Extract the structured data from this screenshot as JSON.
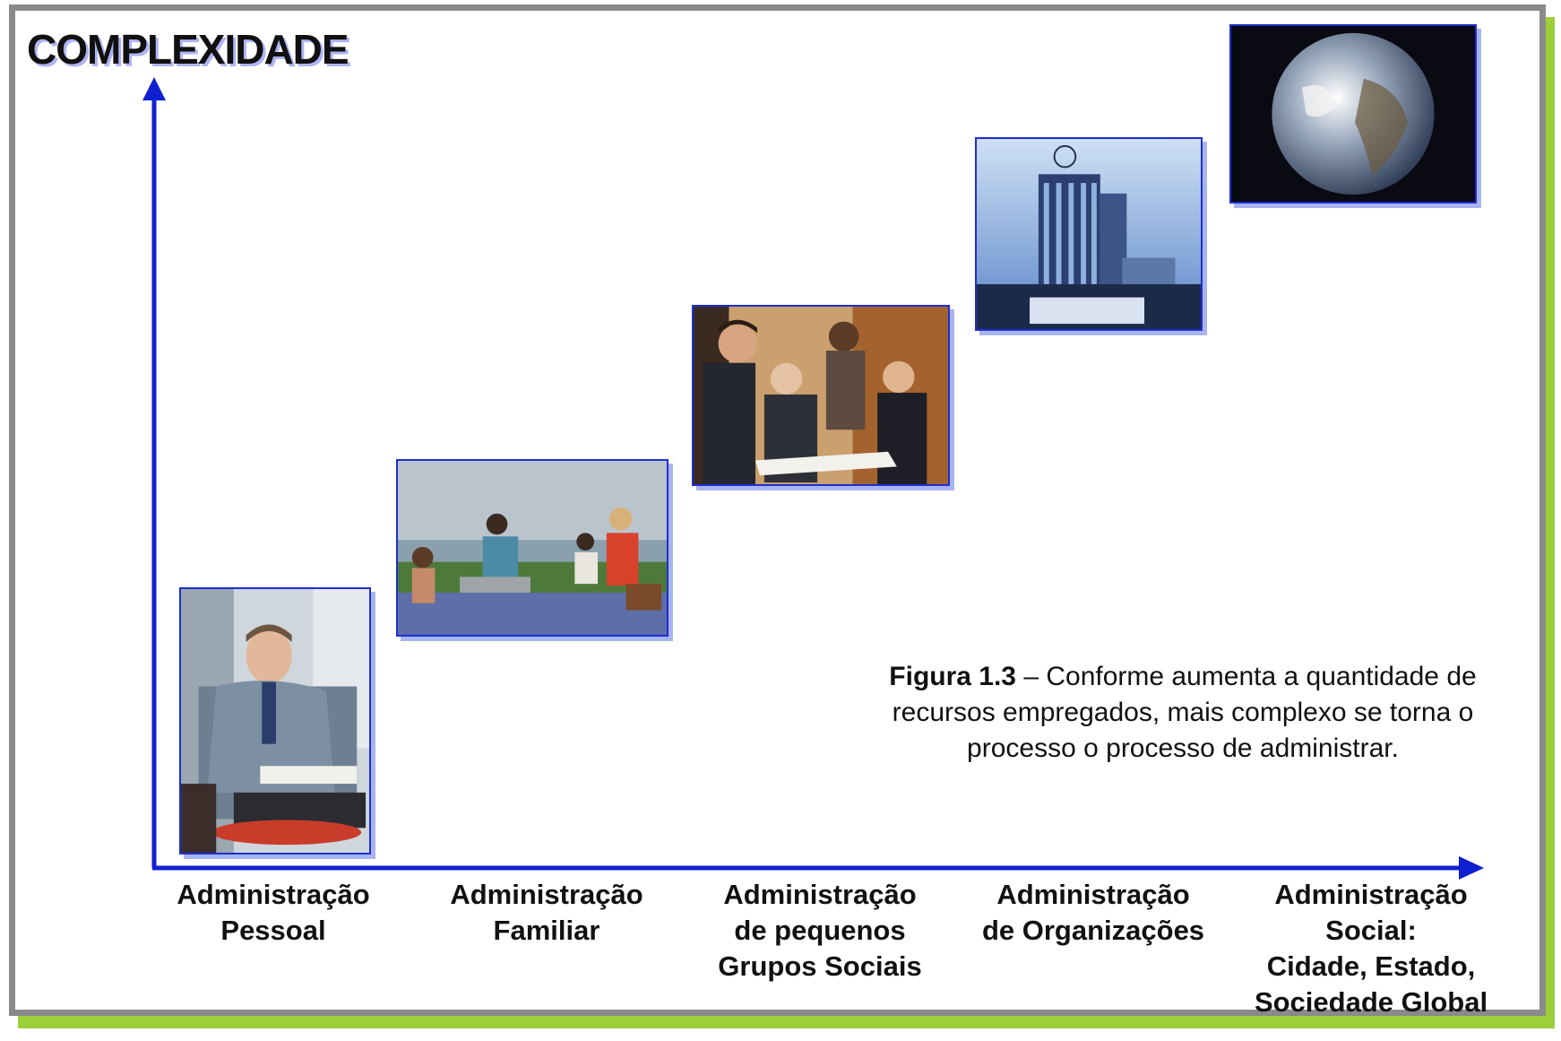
{
  "title": "COMPLEXIDADE",
  "stages": [
    {
      "lines": [
        "Administração",
        "Pessoal"
      ],
      "icon": "businessman-photo"
    },
    {
      "lines": [
        "Administração",
        "Familiar"
      ],
      "icon": "family-picnic-photo"
    },
    {
      "lines": [
        "Administração",
        "de pequenos",
        "Grupos Sociais"
      ],
      "icon": "business-meeting-photo"
    },
    {
      "lines": [
        "Administração",
        "de Organizações"
      ],
      "icon": "corporate-building-photo"
    },
    {
      "lines": [
        "Administração",
        "Social:",
        "Cidade, Estado,",
        "Sociedade Global"
      ],
      "icon": "earth-globe-photo"
    }
  ],
  "caption": {
    "figure_label": "Figura 1.3",
    "text": " – Conforme aumenta a quantidade de recursos empregados, mais complexo se torna o processo o processo de administrar."
  },
  "colors": {
    "axis": "#1020d0",
    "border": "#8a8a8a",
    "shadow_green": "#9dcf3a",
    "photo_border": "#1d2fd0",
    "photo_shadow": "#a8b4f2"
  }
}
